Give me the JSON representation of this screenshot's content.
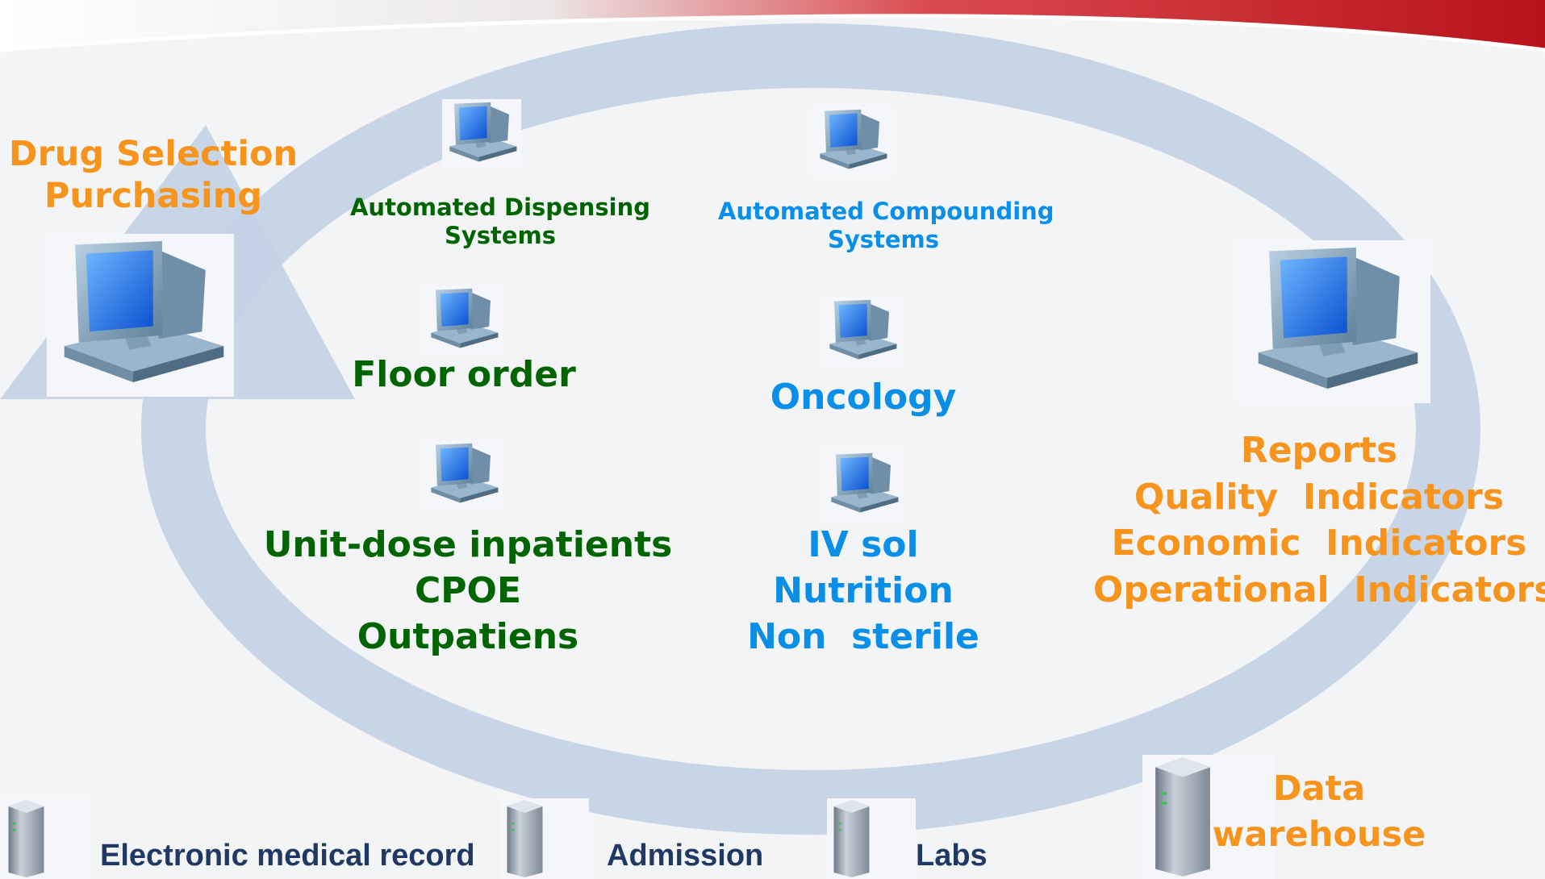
{
  "colors": {
    "orange": "#f7941d",
    "green": "#006400",
    "blue": "#0a8fe8",
    "navy": "#1f3864",
    "banner_red": "#c0141b",
    "ring": "#c3d2e4"
  },
  "labels": {
    "drug_selection": [
      "Drug Selection",
      "Purchasing"
    ],
    "automated_dispensing": [
      "Automated Dispensing",
      "Systems"
    ],
    "automated_compounding": [
      "Automated Compounding",
      "Systems"
    ],
    "floor_order": "Floor order",
    "oncology": "Oncology",
    "unit_dose": [
      "Unit-dose inpatients",
      "CPOE",
      "Outpatiens"
    ],
    "iv_sol": [
      "IV sol",
      "Nutrition",
      "Non  sterile"
    ],
    "reports": [
      "Reports",
      "Quality  Indicators",
      "Economic  Indicators",
      "Operational  Indicators"
    ],
    "data_warehouse": [
      "Data",
      "warehouse"
    ],
    "emr": "Electronic medical record",
    "admission": "Admission",
    "labs": "Labs"
  },
  "icons": {
    "workstation": "desktop-computer-icon",
    "server": "server-tower-icon"
  }
}
